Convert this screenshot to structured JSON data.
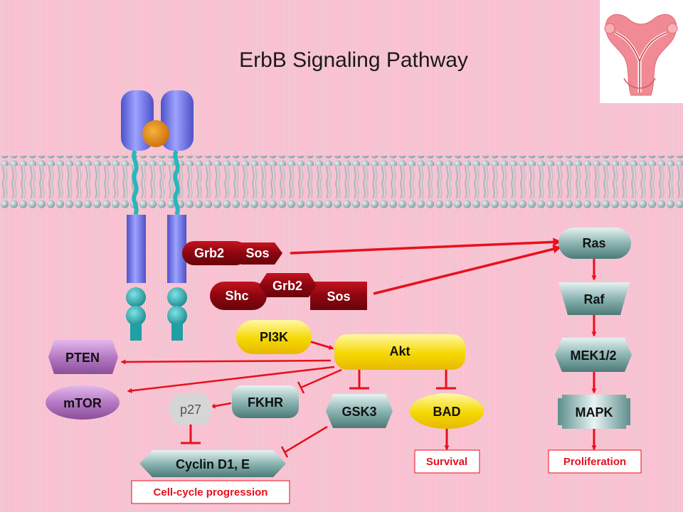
{
  "title": "ErbB Signaling Pathway",
  "colors": {
    "background": "#f7bfcf",
    "arrow": "#e8101c",
    "receptor": "#7b7ff0",
    "receptor_teal": "#2bb6ba",
    "ligand": "#f09010",
    "adaptor": "#a00812",
    "akt": "#f5d800",
    "node_gray": "#6f9e9c",
    "node_purple": "#b67ac4",
    "membrane_head": "#97aeb2"
  },
  "nodes": {
    "grb2_a": "Grb2",
    "sos_a": "Sos",
    "shc": "Shc",
    "grb2_b": "Grb2",
    "sos_b": "Sos",
    "ras": "Ras",
    "raf": "Raf",
    "mek": "MEK1/2",
    "mapk": "MAPK",
    "pi3k": "PI3K",
    "akt": "Akt",
    "pten": "PTEN",
    "mtor": "mTOR",
    "fkhr": "FKHR",
    "p27": "p27",
    "gsk3": "GSK3",
    "bad": "BAD",
    "cyclin": "Cyclin D1, E"
  },
  "outcomes": {
    "survival": "Survival",
    "proliferation": "Proliferation",
    "cell_cycle": "Cell-cycle progression"
  },
  "icons": [
    "uterus-icon"
  ]
}
